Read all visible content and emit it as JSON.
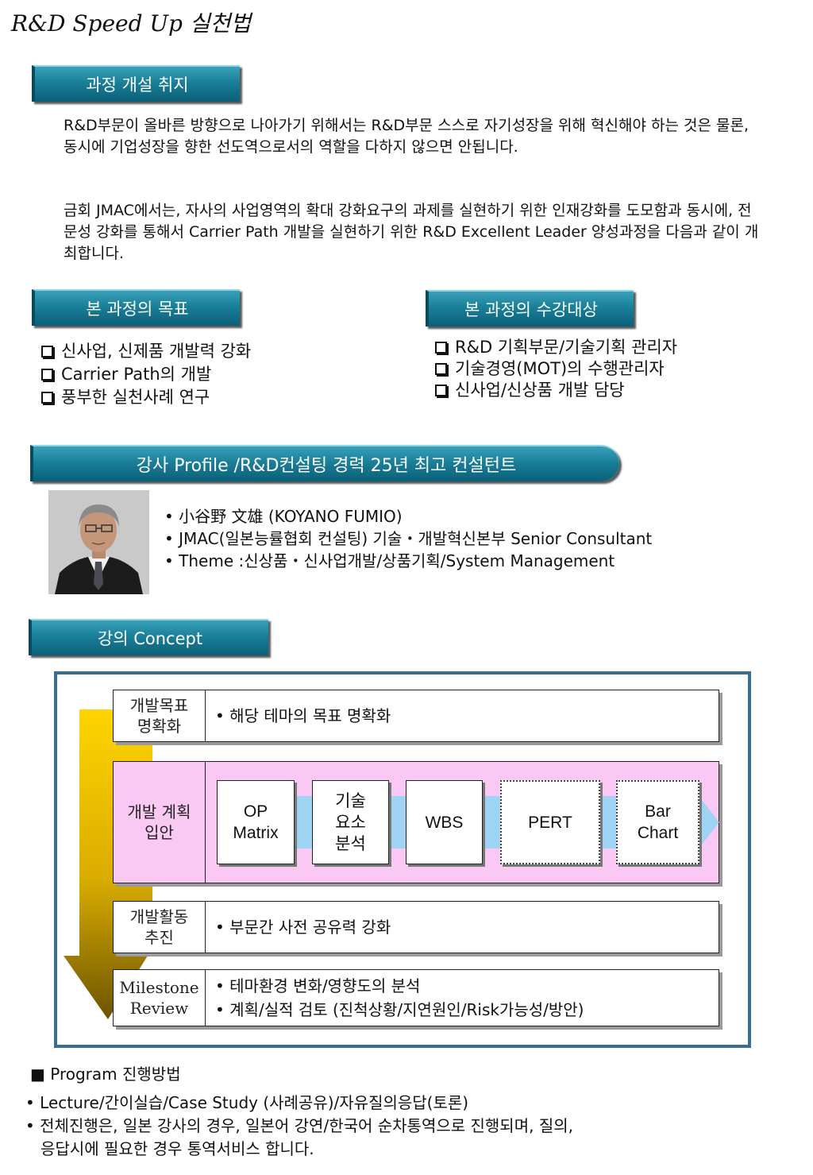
{
  "page": {
    "title": "R&D Speed Up 실천법"
  },
  "purpose": {
    "header": "과정 개설 취지",
    "paragraphs": [
      "R&D부문이 올바른 방향으로 나아가기 위해서는 R&D부문 스스로 자기성장을 위해 혁신해야 하는 것은 물론, 동시에 기업성장을 향한 선도역으로서의 역할을 다하지 않으면 안됩니다.",
      "금회 JMAC에서는, 자사의 사업영역의 확대 강화요구의 과제를 실현하기 위한 인재강화를 도모함과 동시에, 전문성 강화를 통해서 Carrier Path 개발을 실현하기 위한 R&D Excellent Leader 양성과정을 다음과 같이 개최합니다."
    ]
  },
  "goals": {
    "header": "본 과정의 목표",
    "items": [
      "신사업, 신제품 개발력 강화",
      "Carrier Path의 개발",
      "풍부한 실천사례 연구"
    ]
  },
  "audience": {
    "header": "본 과정의 수강대상",
    "items": [
      "R&D 기획부문/기술기획 관리자",
      "기술경영(MOT)의 수행관리자",
      "신사업/신상품 개발 담당"
    ]
  },
  "instructor": {
    "header": "강사 Profile  /R&D컨설팅 경력 25년 최고 컨설턴트",
    "lines": [
      "• 小谷野 文雄 (KOYANO FUMIO)",
      "• JMAC(일본능률협회 컨설팅)  기술・개발혁신본부 Senior Consultant",
      "• Theme :신상품・신사업개발/상품기획/System Management"
    ]
  },
  "concept": {
    "header": "강의 Concept",
    "rows": [
      {
        "label": "개발목표\n명확화",
        "items": [
          "• 해당 테마의 목표 명확화"
        ]
      },
      {
        "label": "개발 계획\n입안",
        "steps": [
          "OP\nMatrix",
          "기술\n요소\n분석",
          "WBS",
          "PERT",
          "Bar\nChart"
        ]
      },
      {
        "label": "개발활동\n추진",
        "items": [
          "• 부문간 사전 공유력 강화"
        ]
      },
      {
        "label": "Milestone\nReview",
        "items": [
          "• 테마환경 변화/영향도의 분석",
          "• 계획/실적 검토 (진척상황/지연원인/Risk가능성/방안)"
        ]
      }
    ]
  },
  "program": {
    "title": "■ Program  진행방법",
    "bullets": [
      "• Lecture/간이실습/Case Study (사례공유)/자유질의응답(토론)",
      "• 전체진행은, 일본 강사의 경우, 일본어 강연/한국어 순차통역으로 진행되며, 질의,",
      "   응답시에 필요한 경우 통역서비스 합니다."
    ]
  },
  "colors": {
    "header_teal": "#1a7f99",
    "frame_blue": "#3a6d93",
    "plan_pink": "#f9c8f3",
    "connector_blue": "#9fd3f3",
    "arrow_gold": "#f5c400"
  }
}
